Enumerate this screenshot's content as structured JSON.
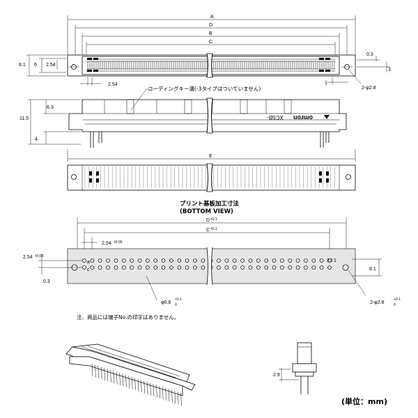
{
  "top_view": {
    "dims": {
      "A": "A",
      "D": "D",
      "B": "B",
      "C": "C",
      "h_8_1": "8.1",
      "h_6": "6",
      "pitch_2_54": "2.54",
      "off_0_3": "0.3",
      "off_3": "3",
      "pitch_bottom": "2.54",
      "pin_1": "1",
      "hole": "2-φ2.8"
    }
  },
  "side_view": {
    "note": "コーディングキー溝(-3タイプはついていません)",
    "logo": "omron",
    "model": "XC5B-",
    "dims": {
      "h_11_5": "11.5",
      "h_6_3": "6.3",
      "h_4": "4",
      "E": "E"
    }
  },
  "bottom_view": {
    "title_jp": "プリント基板加工寸法",
    "title_en": "(BOTTOM VIEW)",
    "dims": {
      "D": "D",
      "D_tol": "±0.1",
      "C": "C",
      "C_tol": "±0.1",
      "pitch": "2.54",
      "pitch_tol": "±0.05",
      "left_pitch": "2.54",
      "left_pitch_tol": "±0.05",
      "off_0_3": "0.3",
      "h_8_1": "8.1",
      "pin_hole": "φ0.8",
      "pin_hole_tol_plus": "+0.1",
      "pin_hole_tol_zero": "0",
      "mount_hole": "2-φ2.8",
      "mount_hole_tol_plus": "+0.1",
      "mount_hole_tol_zero": "0"
    },
    "row_labels": {
      "a": "a",
      "c": "c"
    },
    "pin_labels": {
      "p1": "1",
      "p2": "2",
      "p3": "3"
    }
  },
  "footnote": "注．商品には端子No.の印字はありません。",
  "small_view": {
    "dim_2_9": "2.9"
  },
  "unit_label": "(単位：mm)",
  "pcb_holes": {
    "count_per_row": 32,
    "rows": 2
  }
}
